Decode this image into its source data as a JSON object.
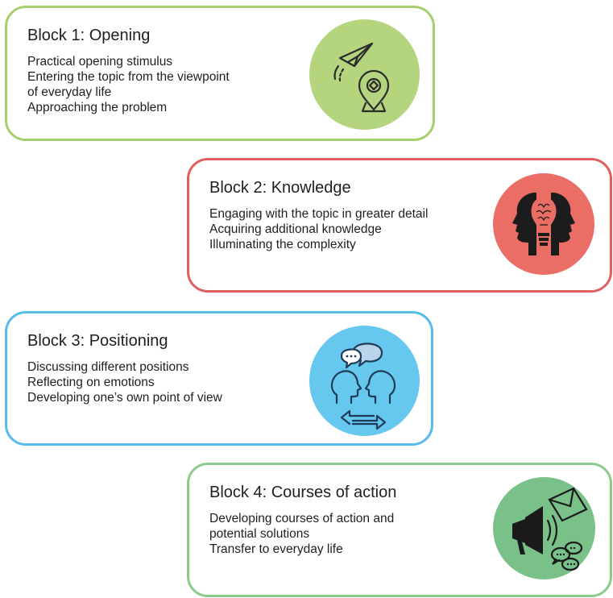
{
  "blocks": [
    {
      "title": "Block 1: Opening",
      "lines": [
        "Practical opening stimulus",
        "Entering the topic from the viewpoint",
        "of everyday life",
        "Approaching the problem"
      ],
      "icon": "paper-plane-location-icon",
      "color": "#a7cf6d",
      "circle_color": "#b4d47e"
    },
    {
      "title": "Block 2: Knowledge",
      "lines": [
        "Engaging with the topic in greater detail",
        "Acquiring additional knowledge",
        "Illuminating the complexity"
      ],
      "icon": "heads-lightbulb-icon",
      "color": "#e05f5f",
      "circle_color": "#eb6e66"
    },
    {
      "title": "Block 3: Positioning",
      "lines": [
        "Discussing different positions",
        "Reflecting on emotions",
        "Developing one’s own point of view"
      ],
      "icon": "dialogue-heads-icon",
      "color": "#57bbe8",
      "circle_color": "#66c7ef"
    },
    {
      "title": "Block 4: Courses of action",
      "lines": [
        "Developing courses of action and",
        "potential solutions",
        "Transfer to everyday life"
      ],
      "icon": "megaphone-envelope-icon",
      "color": "#8cc98d",
      "circle_color": "#79c089"
    }
  ]
}
